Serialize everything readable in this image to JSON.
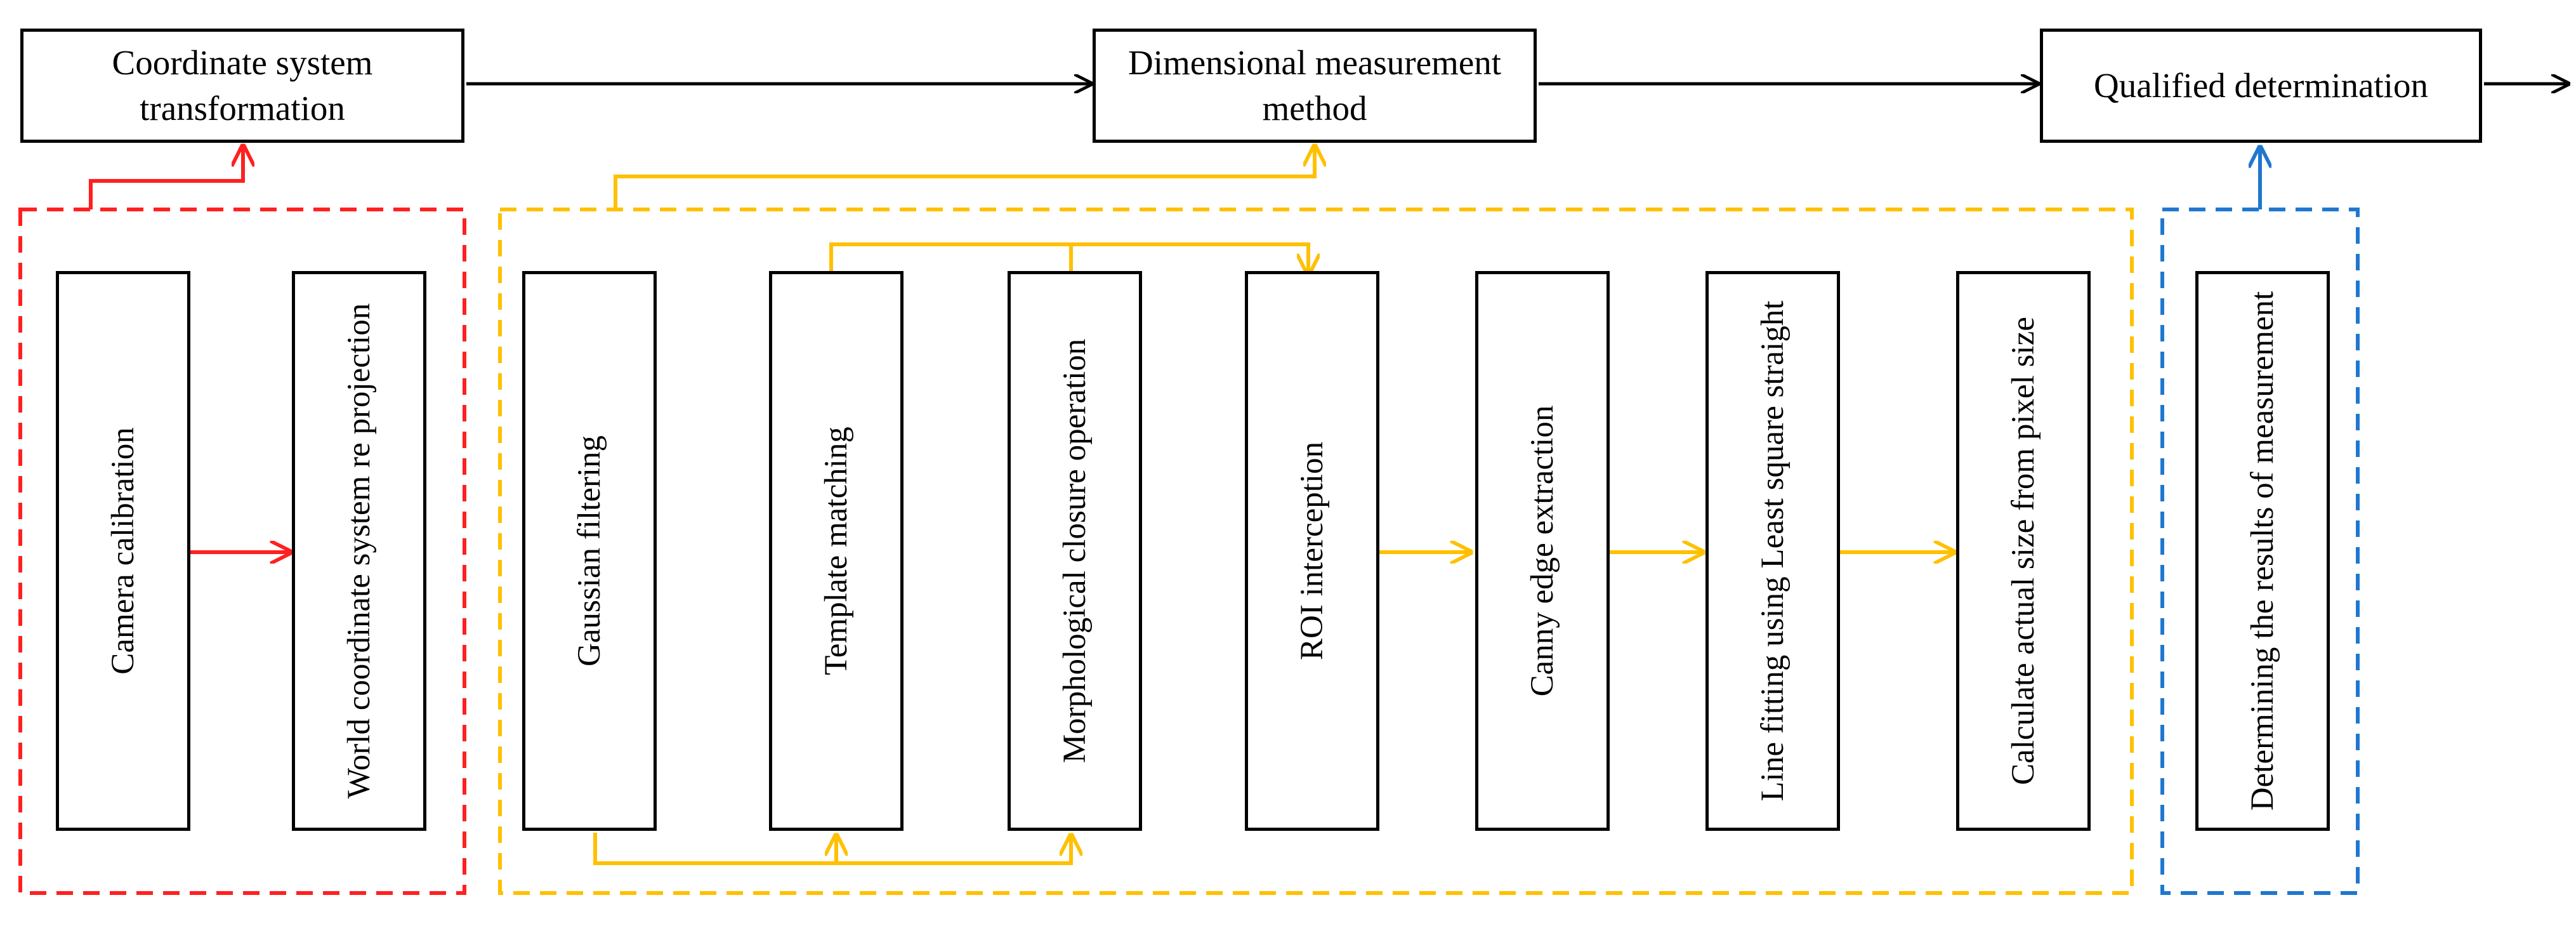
{
  "top_boxes": {
    "coordinate": "Coordinate system transformation",
    "dimensional": "Dimensional measurement method",
    "qualified": "Qualified determination"
  },
  "steps": {
    "camera_calibration": "Camera calibration",
    "world_reprojection": "World coordinate system re projection",
    "gaussian_filtering": "Gaussian filtering",
    "template_matching": "Template matching",
    "morphological_closure": "Morphological closure operation",
    "roi_interception": "ROI interception",
    "canny_edge": "Canny edge extraction",
    "line_fitting": "Line fitting using Least square straight",
    "calculate_size": "Calculate actual size from pixel size",
    "determining_results": "Determining the results of measurement"
  },
  "colors": {
    "red_group": "#ff2020",
    "yellow_group": "#ffc000",
    "blue_group": "#1f77d0",
    "main_flow": "#000000"
  }
}
